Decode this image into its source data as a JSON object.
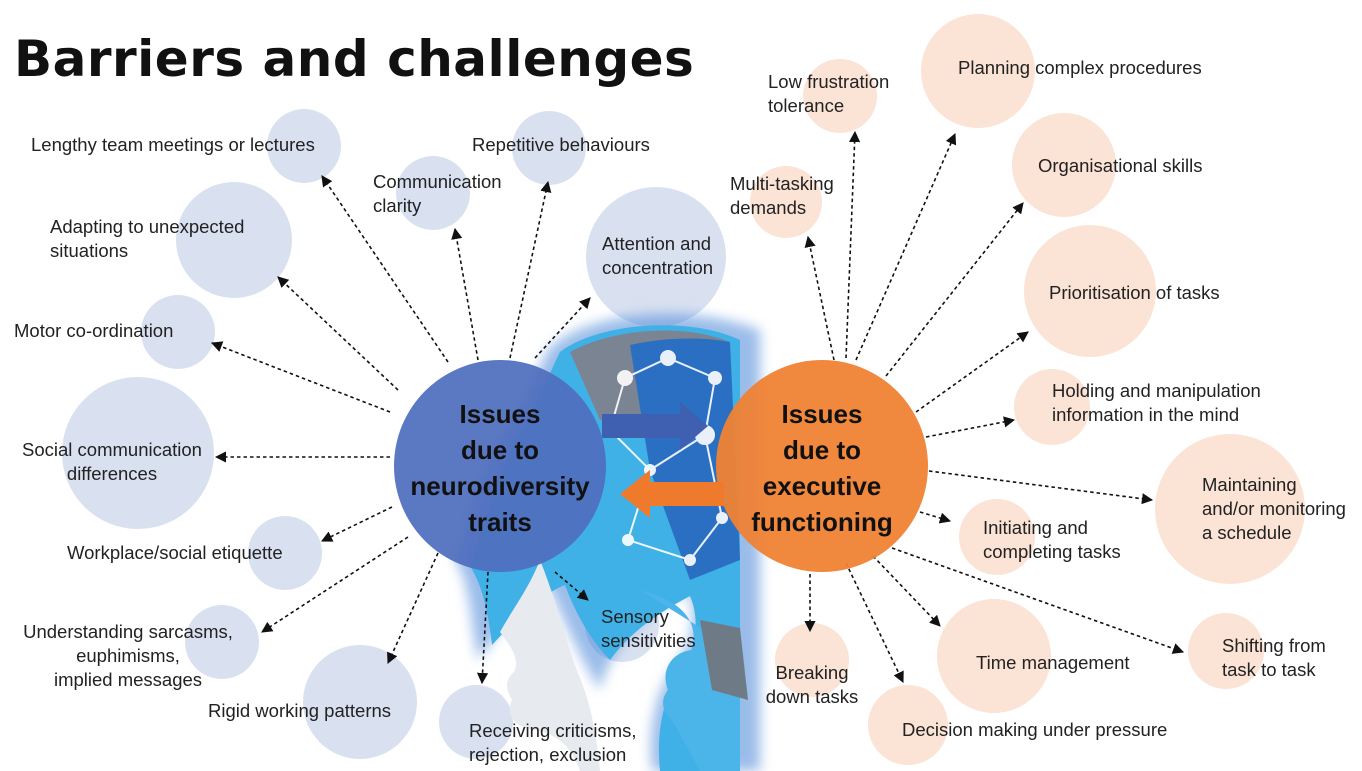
{
  "title": "Barriers and challenges",
  "center": {
    "left": "Issues\ndue to\nneurodiversity\ntraits",
    "right": "Issues\ndue to\nexecutive\nfunctioning"
  },
  "colors": {
    "left_hub": "#4f6ebd",
    "right_hub": "#ef8234",
    "left_bubble": "#d9e1f1",
    "right_bubble": "#fbe3d5",
    "arrow_blue": "#3f5fb0",
    "arrow_orange": "#ef7a2c",
    "head_blue": "#3fb1e6",
    "head_dark": "#2b6fc2"
  },
  "left_items": [
    "Lengthy team meetings or lectures",
    "Communication\nclarity",
    "Repetitive behaviours",
    "Adapting to unexpected\nsituations",
    "Attention and\nconcentration",
    "Motor co-ordination",
    "Social communication\ndifferences",
    "Workplace/social etiquette",
    "Understanding sarcasms,\neuphimisms,\nimplied messages",
    "Rigid working patterns",
    "Receiving criticisms,\nrejection, exclusion",
    "Sensory\nsensitivities"
  ],
  "right_items": [
    "Low frustration\ntolerance",
    "Planning complex procedures",
    "Multi-tasking\ndemands",
    "Organisational skills",
    "Prioritisation of tasks",
    "Holding and manipulation\ninformation in the mind",
    "Maintaining\nand/or monitoring\na schedule",
    "Initiating and\ncompleting tasks",
    "Shifting from\ntask to task",
    "Time management",
    "Breaking\ndown tasks",
    "Decision making under pressure"
  ]
}
